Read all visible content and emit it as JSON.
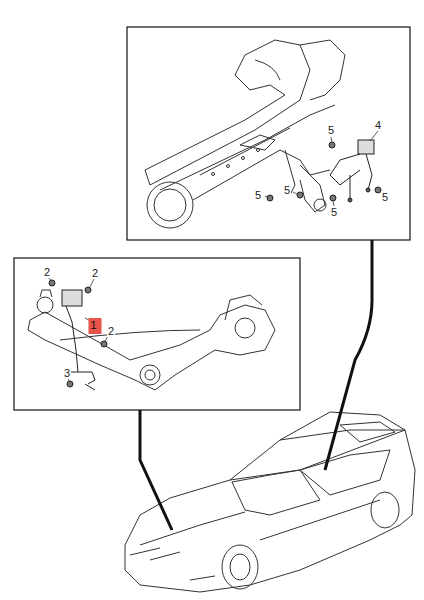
{
  "diagram": {
    "nodes": [
      {
        "text": [
          "1"
        ]
      }
    ],
    "labels": [
      "5",
      "4",
      "5",
      "5",
      "5",
      "5",
      "2",
      "2",
      "2",
      "3"
    ]
  }
}
